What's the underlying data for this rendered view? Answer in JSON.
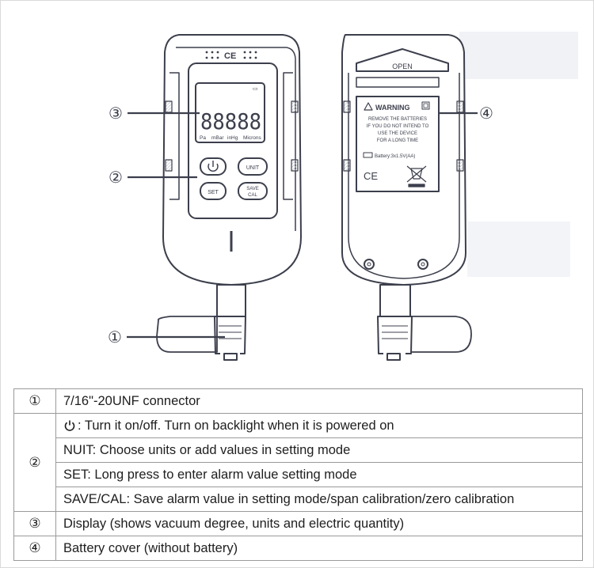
{
  "front_device": {
    "ce_mark": "CE",
    "lcd_digits": "88888",
    "lcd_units": [
      "Pa",
      "mBar",
      "inHg",
      "Microns"
    ],
    "battery_indicator": "▭",
    "buttons": {
      "power": "⏻",
      "unit": "UNIT",
      "set": "SET",
      "save_cal_line1": "SAVE",
      "save_cal_line2": "CAL"
    }
  },
  "back_device": {
    "open_label": "OPEN",
    "warning_title": "WARNING",
    "warning_lines": [
      "REMOVE THE BATTERIES",
      "IF YOU DO NOT INTEND TO",
      "USE THE DEVICE",
      "FOR A LONG TIME"
    ],
    "battery_spec": "Battery:3x1.5V(AA)",
    "ce_mark": "CE"
  },
  "callouts": [
    "③",
    "②",
    "①",
    "④"
  ],
  "legend": [
    {
      "num": "①",
      "text": "7/16\"-20UNF connector"
    },
    {
      "num": "②",
      "text": ": Turn it on/off. Turn on backlight when it is powered on",
      "icon": "power-icon"
    },
    {
      "num": "",
      "text": "NUIT: Choose units or add values in setting mode"
    },
    {
      "num": "",
      "text": "SET: Long press to enter alarm value setting mode"
    },
    {
      "num": "",
      "text": "SAVE/CAL: Save alarm value in setting mode/span calibration/zero calibration"
    },
    {
      "num": "③",
      "text": "Display (shows vacuum degree, units and electric quantity)"
    },
    {
      "num": "④",
      "text": "Battery cover (without battery)"
    }
  ],
  "colors": {
    "line": "#3c3f4c",
    "background": "#ffffff",
    "table_border": "#9a9a9a",
    "shadow": "#eceef3"
  }
}
